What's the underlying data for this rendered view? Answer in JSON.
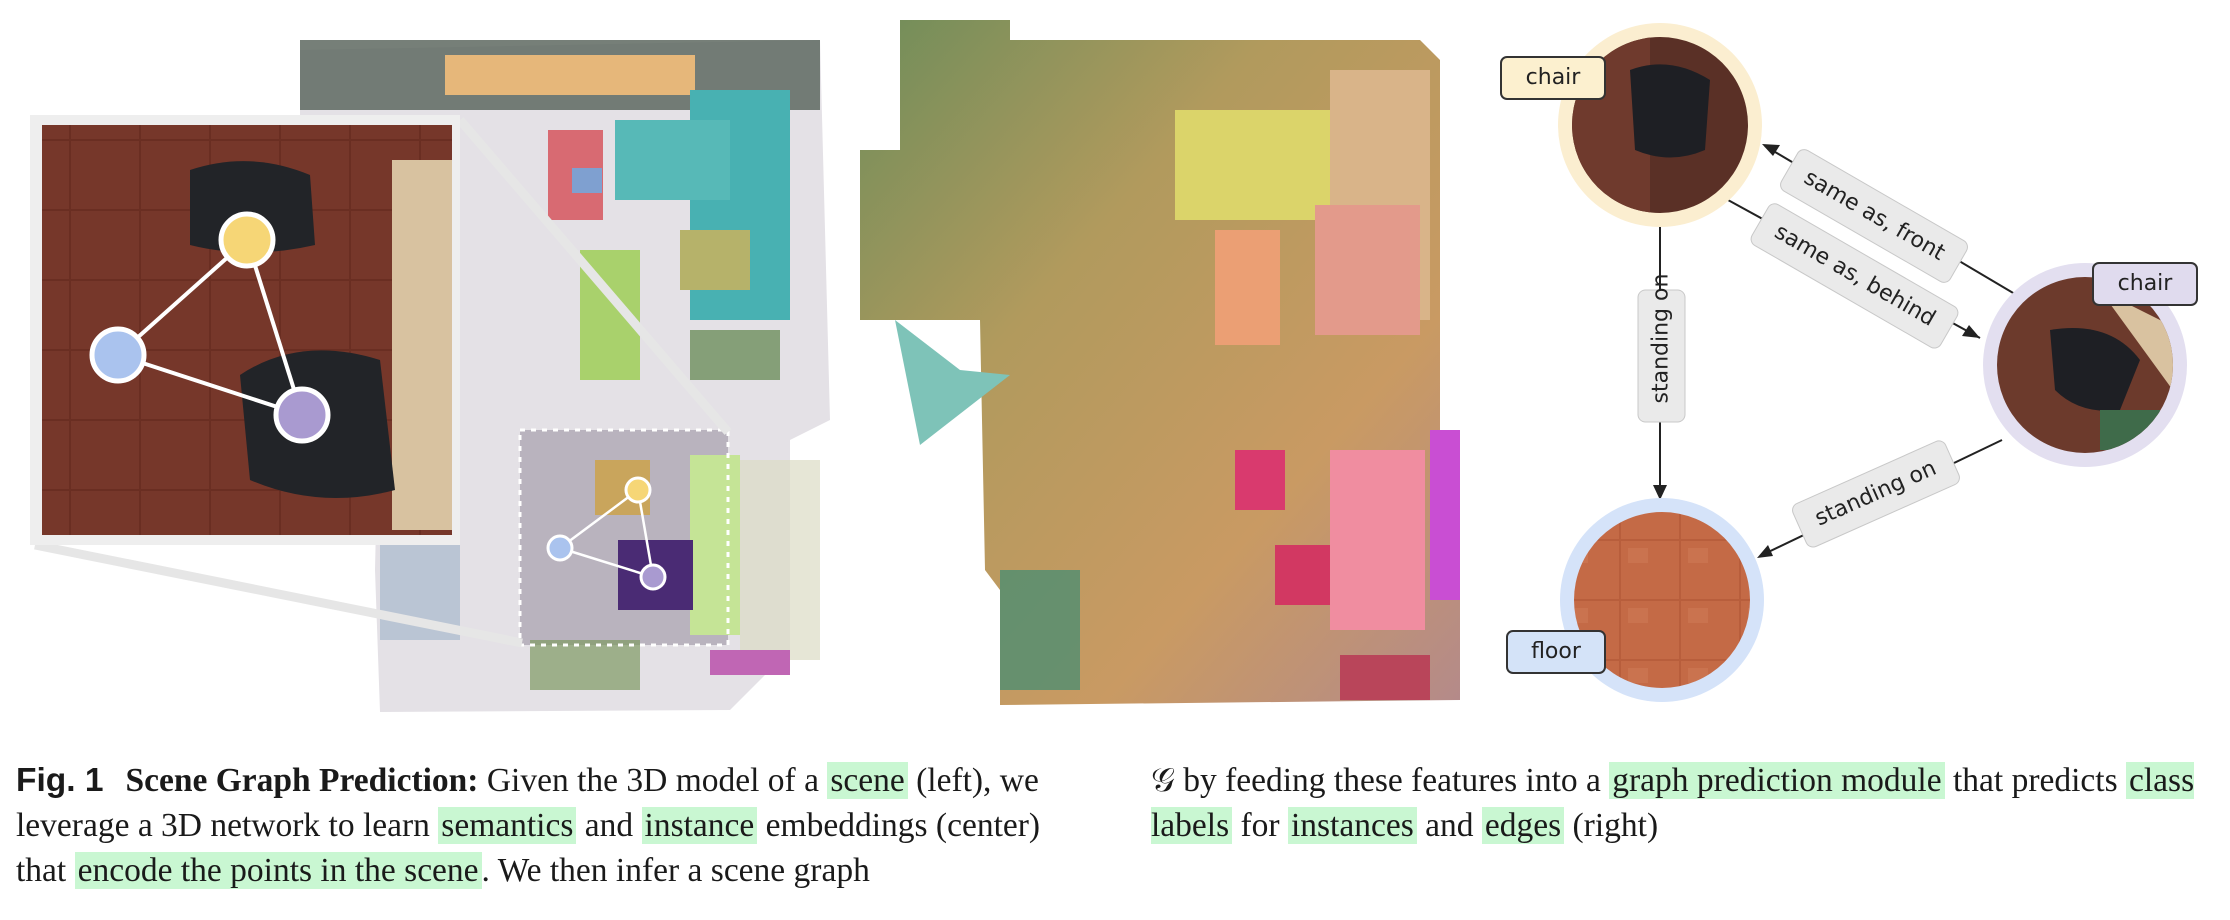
{
  "figure": {
    "graph": {
      "nodes": [
        {
          "id": "chair-top",
          "label": "chair",
          "label_bg": "#fcf0cf",
          "ring": "#fbeed0"
        },
        {
          "id": "chair-right",
          "label": "chair",
          "label_bg": "#e0dbee",
          "ring": "#e3dff0"
        },
        {
          "id": "floor",
          "label": "floor",
          "label_bg": "#d4e3f8",
          "ring": "#d5e3f9"
        }
      ],
      "edges": [
        {
          "label": "same as, front"
        },
        {
          "label": "same as, behind"
        },
        {
          "label": "standing on"
        },
        {
          "label": "standing on"
        }
      ]
    }
  },
  "caption": {
    "fig_num": "Fig. 1",
    "title": "Scene Graph Prediction:",
    "left": {
      "t1": " Given the 3D model of a ",
      "h1": "scene",
      "t2": " (left), we leverage a 3D network to learn ",
      "h2": "semantics",
      "t3": " and ",
      "h3": "instance",
      "t4": " embeddings (center) that ",
      "h4": "encode the points in the scene",
      "t5": ". We then infer a scene graph"
    },
    "right": {
      "t1": "𝒢 by feeding these features into a ",
      "h1": "graph prediction module",
      "t2": " that predicts ",
      "h2": "class labels",
      "t3": " for ",
      "h3": "instances",
      "t4": " and ",
      "h4": "edges",
      "t5": " (right)"
    },
    "highlight_color": "#c9f7d2"
  }
}
